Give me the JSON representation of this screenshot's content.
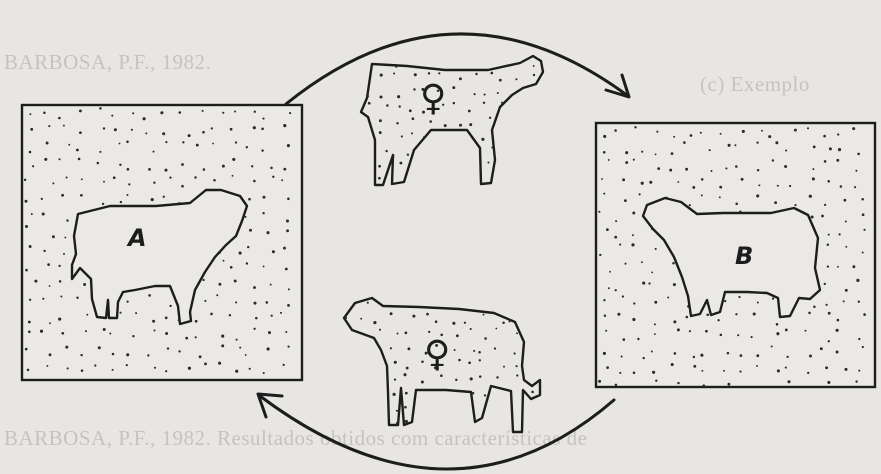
{
  "diagram": {
    "pasture_a_label": "A",
    "pasture_b_label": "B",
    "female_symbol_top": "♀",
    "female_symbol_bottom": "♀"
  },
  "background_page_text": [
    "BARBOSA, P.F., 1982.",
    "(c) Exemplo",
    "BARBOSA, P.F., 1982. Resultados obtidos com características de"
  ]
}
